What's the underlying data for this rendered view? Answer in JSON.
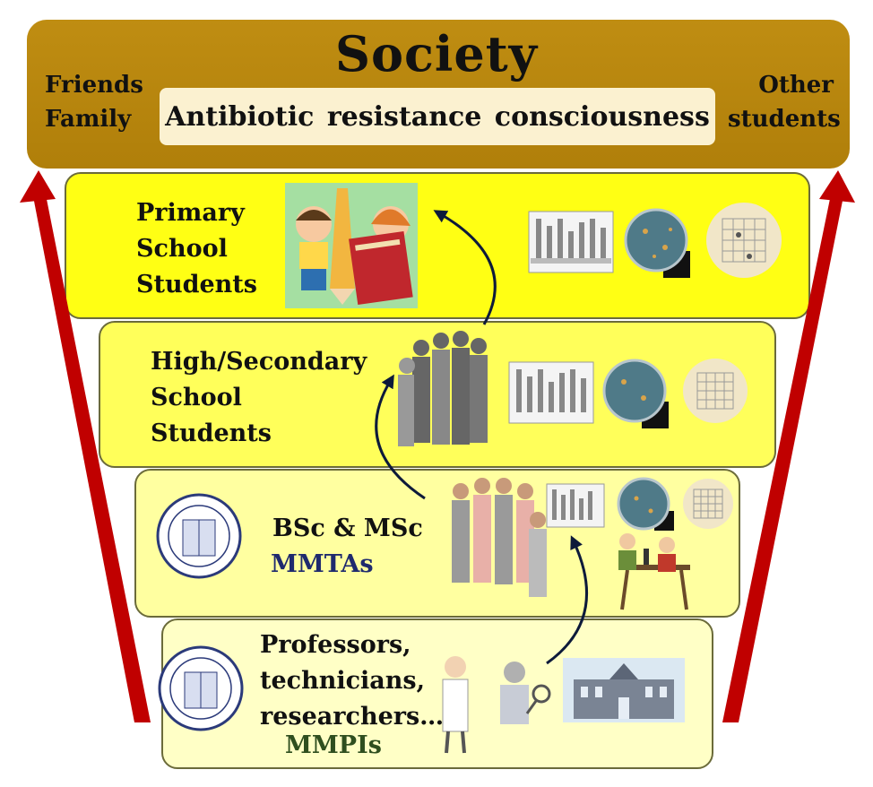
{
  "society": {
    "title": "Society",
    "center": "Antibiotic resistance consciousness",
    "left_line1": "Friends",
    "left_line2": "Family",
    "right_line1": "Other",
    "right_line2": "students"
  },
  "tiers": {
    "primary": {
      "line1": "Primary",
      "line2": "School",
      "line3": "Students"
    },
    "secondary": {
      "line1": "High/Secondary",
      "line2": "School",
      "line3": "Students"
    },
    "university": {
      "line1": "BSc & MSc",
      "line2": "MMTAs"
    },
    "staff": {
      "line1": "Professors,",
      "line2": "technicians,",
      "line3": "researchers…",
      "line4": "MMPIs"
    }
  },
  "colors": {
    "society": "#b8860b",
    "consciousness_box": "#fbf1d0",
    "tier_primary": "#ffff14",
    "tier_secondary": "#ffff5a",
    "tier_university": "#ffffa0",
    "tier_staff": "#ffffc6",
    "side_arrows": "#c00000",
    "curved_arrows": "#0d1a3a",
    "mmtas_text": "#1f2a6e",
    "mmpis_text": "#2f4f1f"
  },
  "icons": [
    "children-with-books-icon",
    "student-group-icon",
    "university-students-icon",
    "scientists-icon",
    "test-tube-rack-icon",
    "petri-dish-icon",
    "antibiogram-plate-icon",
    "lab-workers-icon",
    "university-building-icon",
    "university-seal-icon"
  ]
}
